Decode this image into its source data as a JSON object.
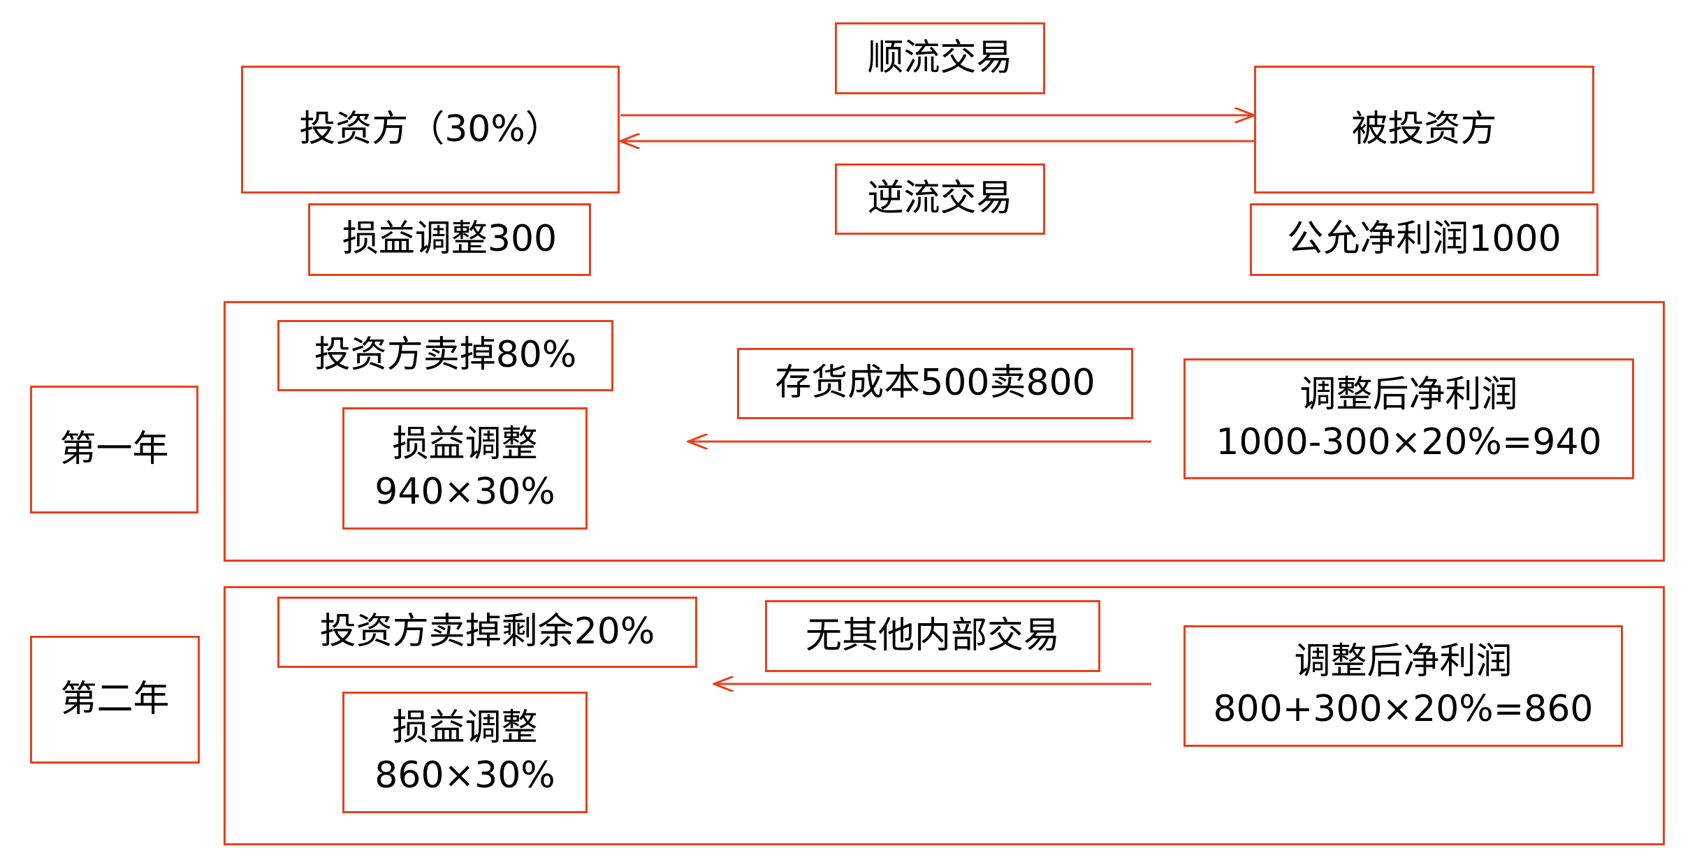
{
  "top": {
    "investor": "投资方（30%）",
    "investee": "被投资方",
    "downstream": "顺流交易",
    "upstream": "逆流交易",
    "investor_adjust": "损益调整300",
    "investee_profit": "公允净利润1000"
  },
  "year1": {
    "label": "第一年",
    "sold": "投资方卖掉80%",
    "trade": "存货成本500卖800",
    "adjust_line1": "损益调整",
    "adjust_line2": "940×30%",
    "profit_line1": "调整后净利润",
    "profit_line2": "1000-300×20%=940"
  },
  "year2": {
    "label": "第二年",
    "sold": "投资方卖掉剩余20%",
    "trade": "无其他内部交易",
    "adjust_line1": "损益调整",
    "adjust_line2": "860×30%",
    "profit_line1": "调整后净利润",
    "profit_line2": "800+300×20%=860"
  },
  "colors": {
    "accent": "#e8401c"
  }
}
